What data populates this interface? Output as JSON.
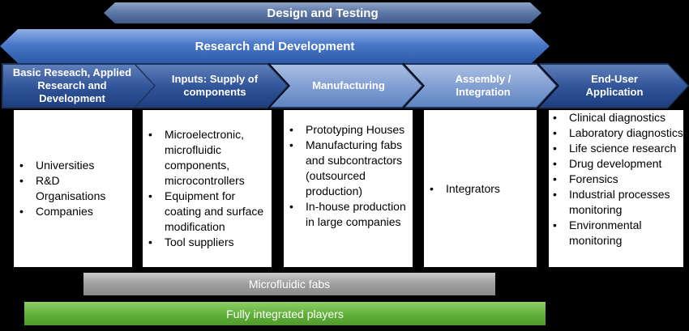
{
  "top_arrows": {
    "design_testing": "Design and Testing",
    "research_development": "Research and Development"
  },
  "stages": [
    {
      "label": "Basic Reseach, Applied Research and Development"
    },
    {
      "label": "Inputs: Supply of components"
    },
    {
      "label": "Manufacturing"
    },
    {
      "label": "Assembly / Integration"
    },
    {
      "label": "End-User Application"
    }
  ],
  "columns": [
    {
      "items": [
        "Universities",
        "R&D Organisations",
        "Companies"
      ]
    },
    {
      "items": [
        "Microelectronic, microfluidic components, microcontrollers",
        "Equipment for coating and surface modification",
        "Tool suppliers"
      ]
    },
    {
      "items": [
        "Prototyping Houses",
        "Manufacturing fabs and subcontractors (outsourced production)",
        "In-house production in large companies"
      ]
    },
    {
      "items": [
        "Integrators"
      ]
    },
    {
      "items": [
        "Clinical diagnostics",
        "Laboratory diagnostics",
        "Life science research",
        "Drug development",
        "Forensics",
        "Industrial processes monitoring",
        "Environmental monitoring"
      ]
    }
  ],
  "bands": {
    "microfluidic_fabs": "Microfluidic fabs",
    "fully_integrated": "Fully integrated players"
  },
  "colors": {
    "background": "#000000",
    "stage_dark": "#2f5398",
    "stage_light": "#7f9dd2",
    "fabs_band": "#9e9e9e",
    "players_band": "#63b23c"
  }
}
